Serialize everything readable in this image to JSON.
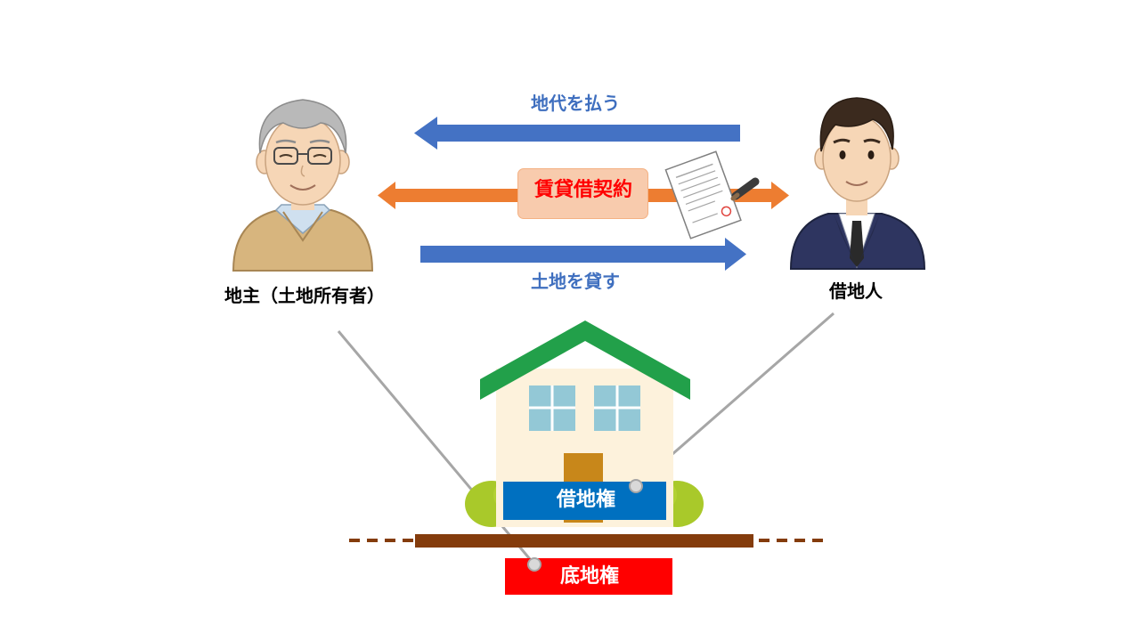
{
  "arrows": {
    "pay_rent_label": "地代を払う",
    "lend_land_label": "土地を貸す",
    "contract_label": "賃貸借契約",
    "pay_rent_color": "#4472c4",
    "lend_land_color": "#4472c4",
    "contract_color": "#ed7d31"
  },
  "parties": {
    "landowner_label": "地主（土地所有者）",
    "leaseholder_label": "借地人"
  },
  "rights": {
    "leasehold_right_label": "借地権",
    "leasehold_right_color": "#0070c0",
    "land_right_label": "底地権",
    "land_right_color": "#ff0000"
  },
  "icons": {
    "landowner": "elderly-man-icon",
    "leaseholder": "businessman-icon",
    "document": "contract-document-icon",
    "pen": "pen-icon",
    "house": "house-icon"
  }
}
